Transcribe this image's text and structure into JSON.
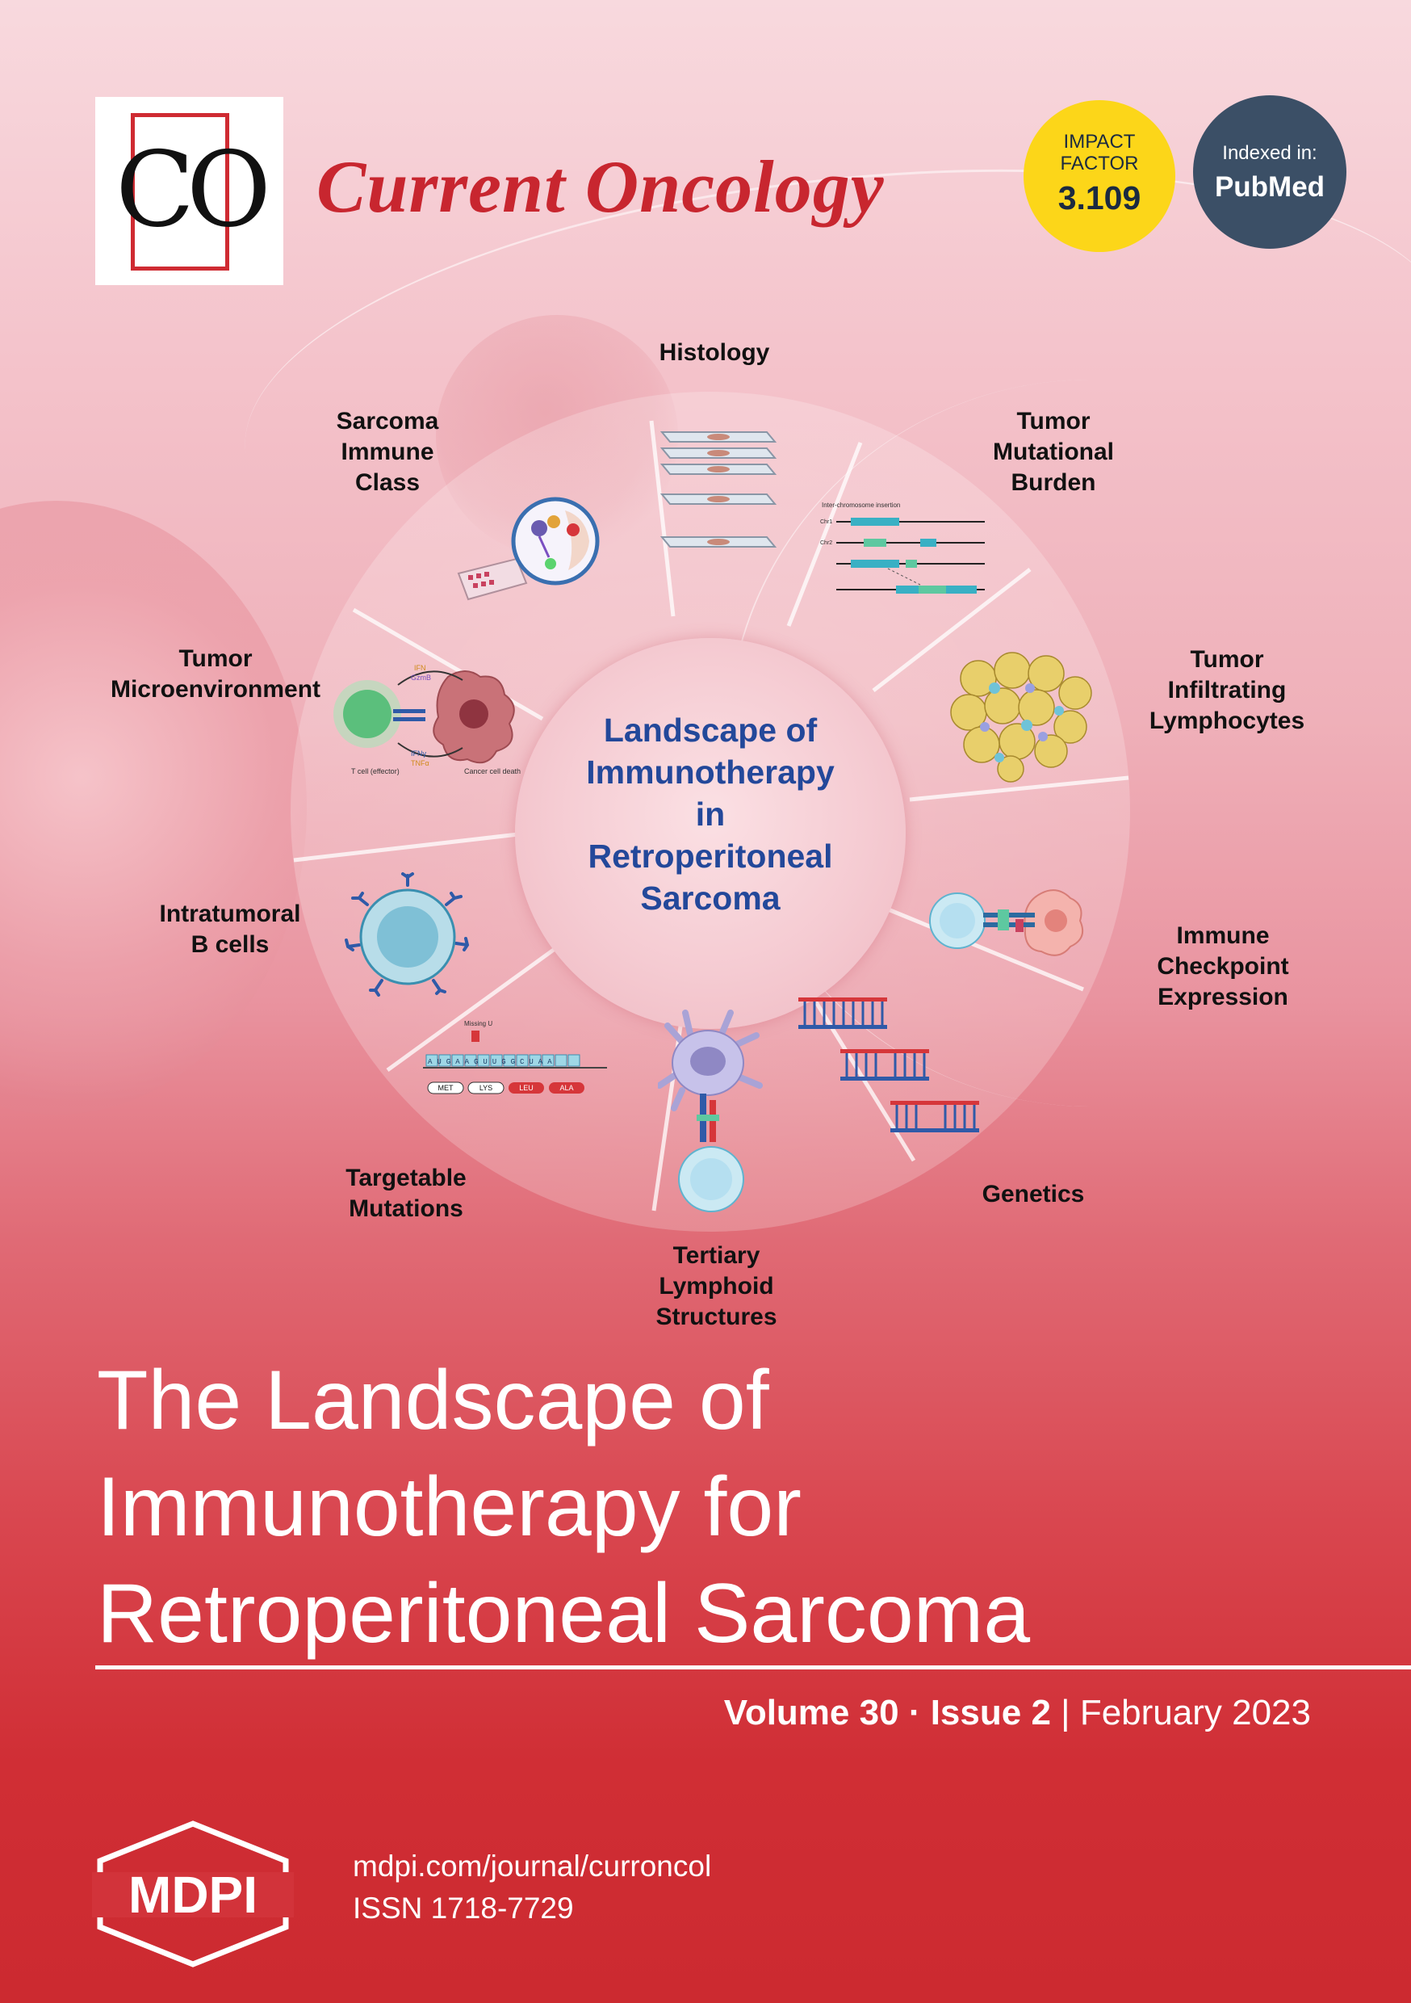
{
  "masthead": {
    "logo_letters": "CO",
    "journal_name": "Current Oncology",
    "impact_factor": {
      "label_line1": "IMPACT",
      "label_line2": "FACTOR",
      "value": "3.109"
    },
    "indexed": {
      "label": "Indexed in:",
      "value": "PubMed"
    }
  },
  "wheel": {
    "center": {
      "line1": "Landscape of",
      "line2": "Immunotherapy",
      "line3": "in",
      "line4": "Retroperitoneal",
      "line5": "Sarcoma"
    },
    "segments": [
      {
        "label": "Histology"
      },
      {
        "label": "Tumor\nMutational\nBurden"
      },
      {
        "label": "Tumor\nInfiltrating\nLymphocytes"
      },
      {
        "label": "Immune\nCheckpoint\nExpression"
      },
      {
        "label": "Genetics"
      },
      {
        "label": "Tertiary\nLymphoid\nStructures"
      },
      {
        "label": "Targetable\nMutations"
      },
      {
        "label": "Intratumoral\nB cells"
      },
      {
        "label": "Tumor\nMicroenvironment"
      },
      {
        "label": "Sarcoma\nImmune\nClass"
      }
    ],
    "illustration_text": {
      "tmb_title": "Inter-chromosome insertion",
      "tmb_chr1": "Chr1",
      "tmb_chr2": "Chr2",
      "tme_ifn": "IFN",
      "tme_gzmb": "GzmB",
      "tme_ifng": "IFNγ",
      "tme_tnfa": "TNFα",
      "tme_tcell": "T cell\n(effector)",
      "tme_death": "Cancer\ncell death",
      "mut_missing": "Missing U",
      "mut_seq": "AUGAAGUUGGCUAA",
      "mut_aa": [
        "MET",
        "LYS",
        "LEU",
        "ALA"
      ]
    }
  },
  "cover": {
    "title": "The Landscape of\nImmunotherapy for\nRetroperitoneal Sarcoma",
    "volume": "Volume 30",
    "separator": "·",
    "issue": "Issue 2",
    "pipe": "|",
    "date": "February 2023"
  },
  "publisher": {
    "name": "MDPI",
    "url": "mdpi.com/journal/curroncol",
    "issn": "ISSN 1718-7729"
  },
  "colors": {
    "brand_red": "#c8262f",
    "impact_yellow": "#fcd619",
    "pubmed_navy": "#3b4f66",
    "wheel_text_blue": "#23489a"
  }
}
